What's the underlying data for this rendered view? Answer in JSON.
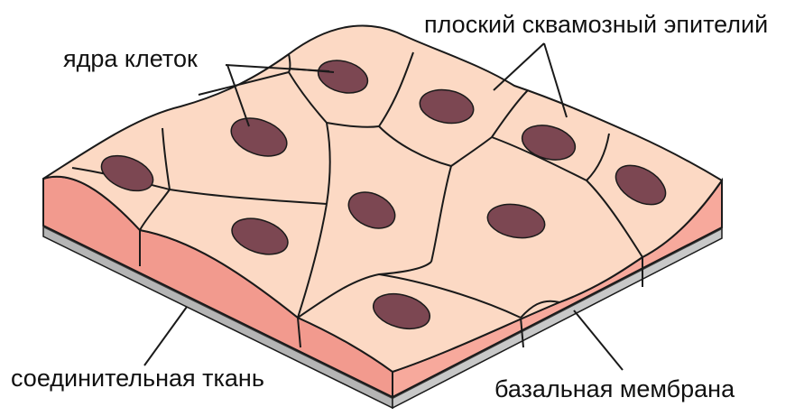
{
  "labels": {
    "nuclei": "ядра клеток",
    "squamous_epithelium": "плоский сквамозный эпителий",
    "connective_tissue": "соединительная ткань",
    "basement_membrane": "базальная мембрана"
  },
  "colors": {
    "cell_top": "#fcd9c4",
    "tissue_side": "#f29a8e",
    "membrane": "#3d3d3d",
    "membrane_side": "#b5b5b5",
    "nucleus": "#7c4752",
    "outline": "#1a1a1a"
  }
}
